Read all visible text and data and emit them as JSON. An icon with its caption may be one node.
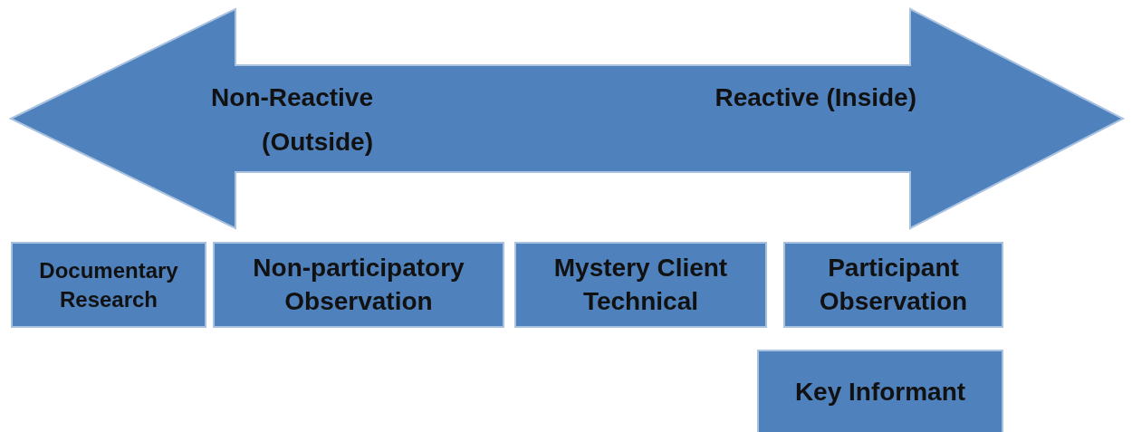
{
  "diagram": {
    "nodes": [
      {
        "text": [
          "Documentary Research"
        ]
      },
      {
        "text": [
          "Non-participatory Observation"
        ]
      },
      {
        "text": [
          "Mystery Client Technical"
        ]
      },
      {
        "text": [
          "Participant Observation"
        ]
      },
      {
        "text": [
          "Key Informant"
        ]
      }
    ],
    "edges": [],
    "labels": [
      "Non-Reactive (Outside)",
      "Reactive (Inside)"
    ]
  }
}
